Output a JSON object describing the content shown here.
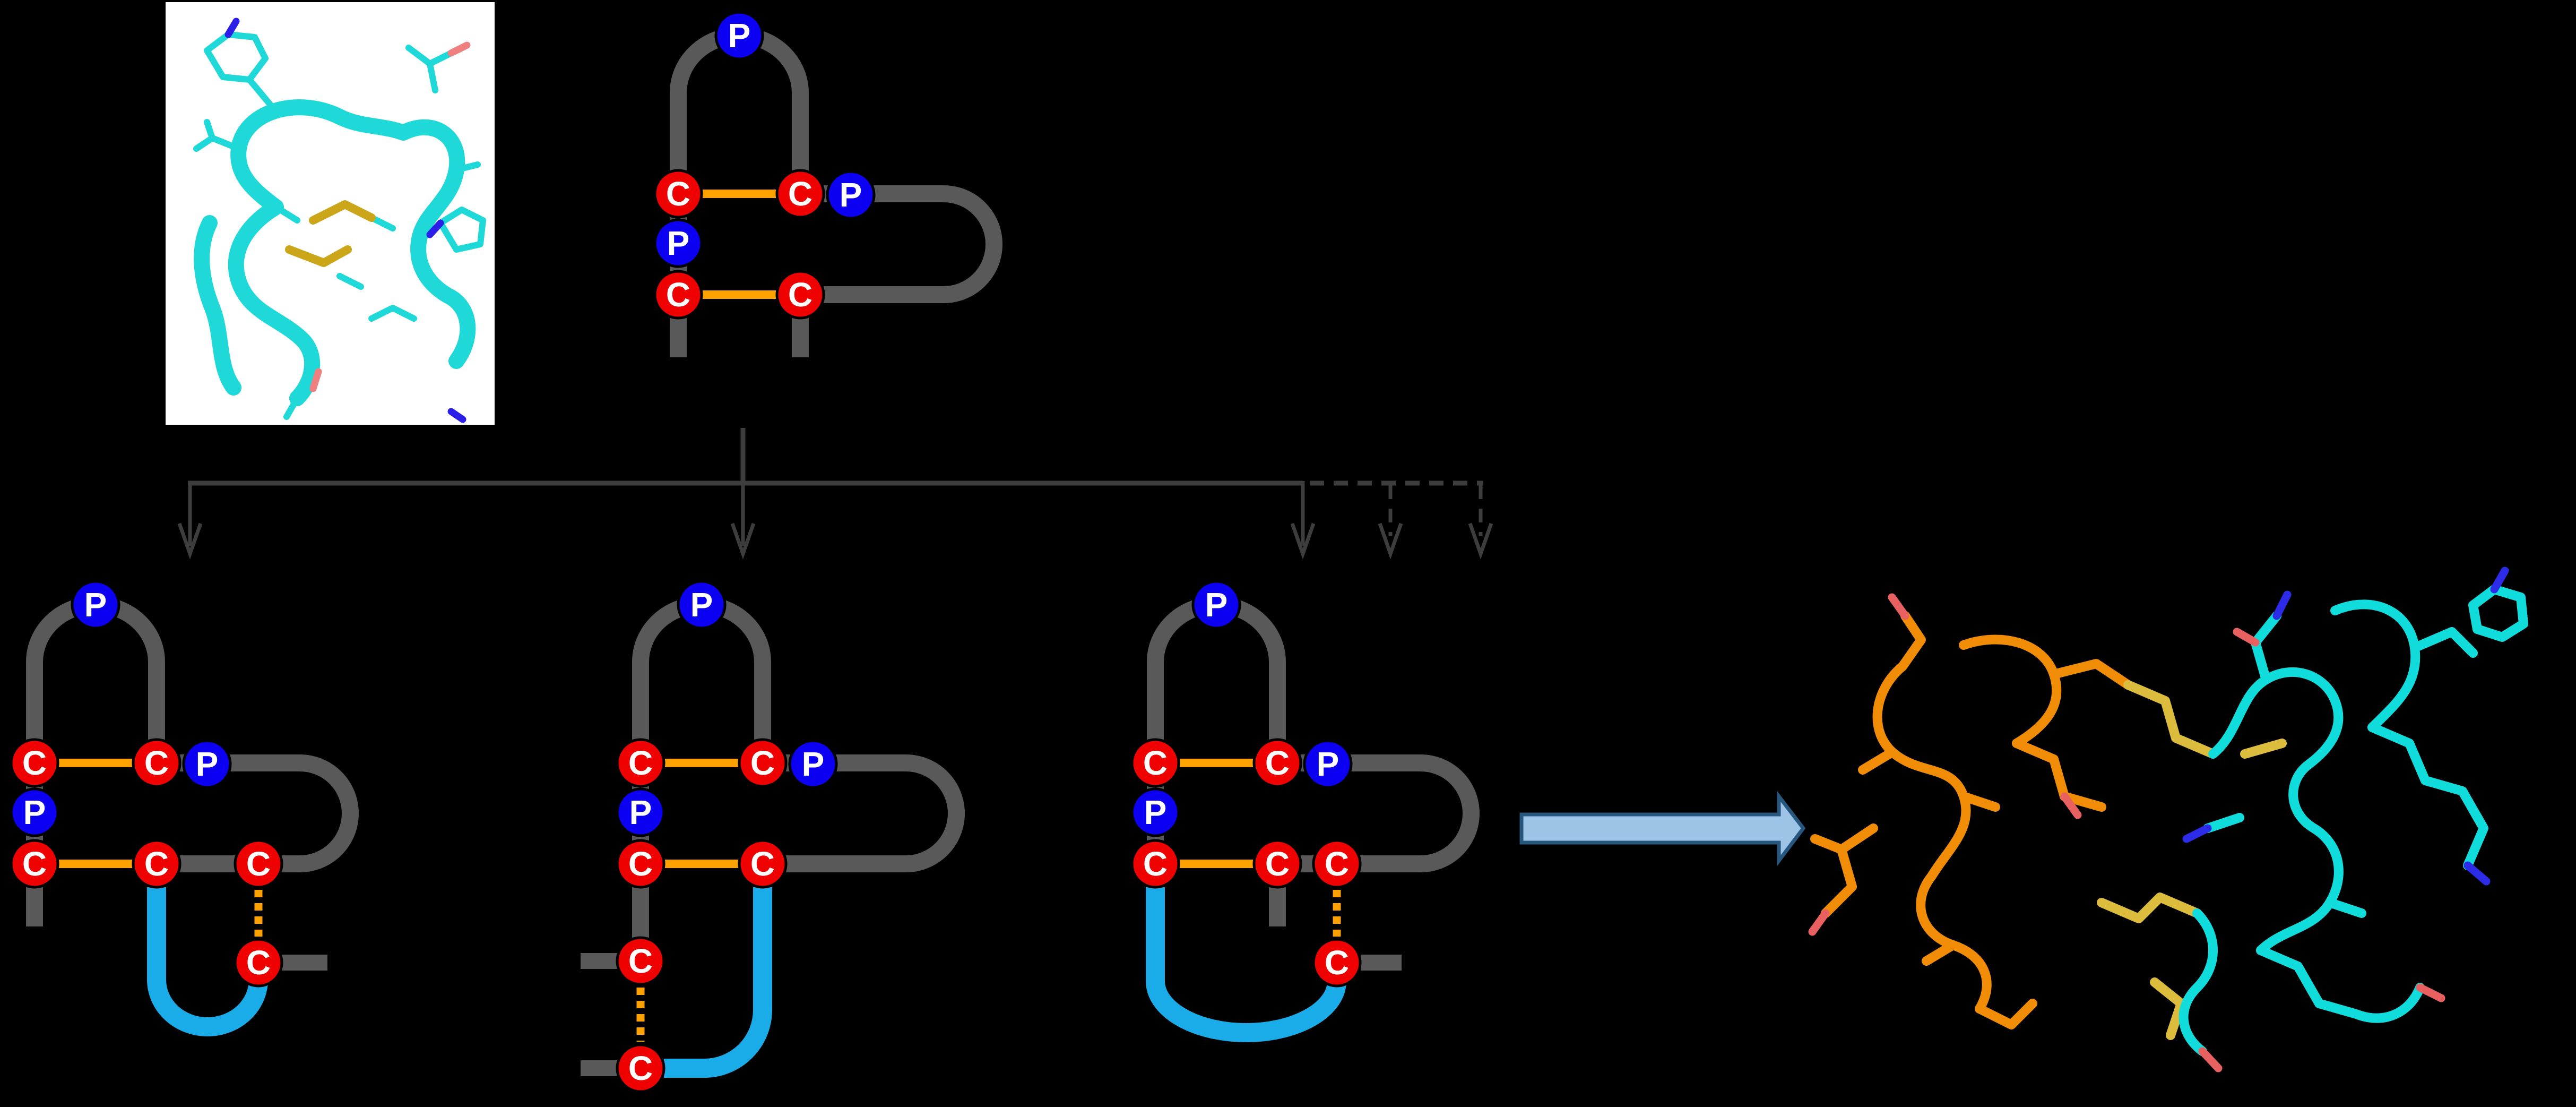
{
  "labels": {
    "cysteine": "C",
    "proline": "P"
  },
  "colors": {
    "background": "#000000",
    "cysteine_node": "#ee0100",
    "proline_node": "#0b00f2",
    "node_text": "#ffffff",
    "backbone_gray": "#595959",
    "disulfide_orange": "#FFA200",
    "new_loop_cyan": "#19ace8",
    "connector_gray": "#3d3d3d",
    "process_arrow_fill": "#9DC3E6",
    "process_arrow_border": "#27567F",
    "precursor_protein_cyan": "#1fd9d9",
    "product_protein_orange": "#f08c05",
    "product_protein_cyan": "#10dcdc",
    "disulfide_stick_yellow": "#dcbc3c",
    "image_panel_white": "#ffffff"
  },
  "panels": {
    "precursor_structure_image": {
      "description": "cyan 3D peptide structure with yellow disulfide sticks on white panel"
    },
    "precursor_schematic": {
      "cysteine_count": 4,
      "proline_count": 3,
      "solid_disulfide_bonds": 2
    },
    "variants": [
      {
        "id": 1,
        "cysteine_count": 6,
        "proline_count": 3,
        "solid_disulfide_bonds": 2,
        "dotted_disulfide_bonds": 1
      },
      {
        "id": 2,
        "cysteine_count": 6,
        "proline_count": 3,
        "solid_disulfide_bonds": 2,
        "dotted_disulfide_bonds": 1
      },
      {
        "id": 3,
        "cysteine_count": 6,
        "proline_count": 3,
        "solid_disulfide_bonds": 2,
        "dotted_disulfide_bonds": 1
      }
    ],
    "branch": {
      "solid_arrow_count": 3,
      "dashed_arrow_count": 2
    },
    "product_structure_image": {
      "description": "orange and cyan grafted 3D peptide complex with yellow disulfide sticks"
    }
  }
}
